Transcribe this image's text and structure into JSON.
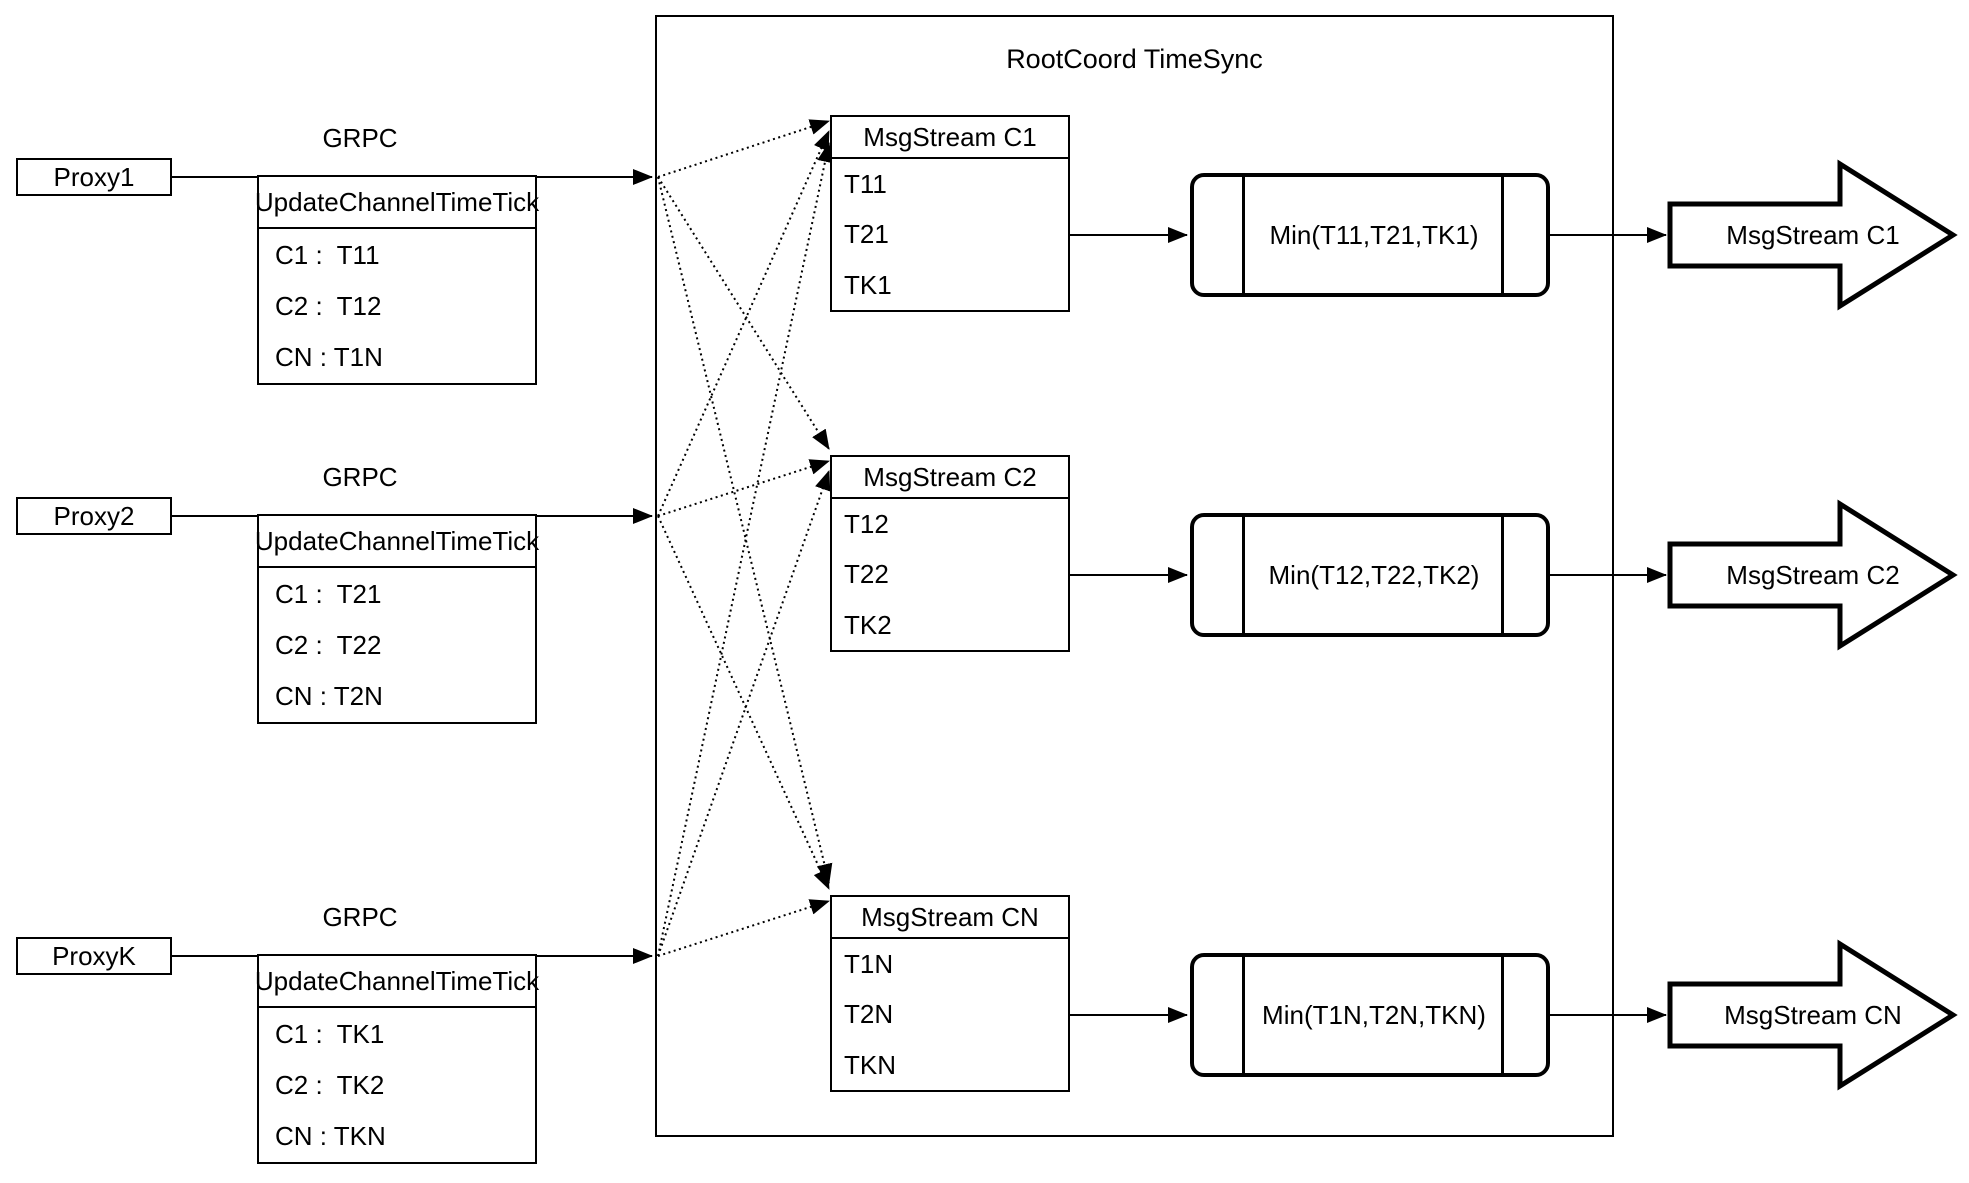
{
  "colors": {
    "line": "#000000",
    "background": "#ffffff",
    "text": "#000000"
  },
  "timesync": {
    "title": "RootCoord TimeSync",
    "streams": [
      {
        "header": "MsgStream C1",
        "rows": [
          "T11",
          "T21",
          "TK1"
        ],
        "min_label": "Min(T11,T21,TK1)",
        "output_label": "MsgStream C1"
      },
      {
        "header": "MsgStream C2",
        "rows": [
          "T12",
          "T22",
          "TK2"
        ],
        "min_label": "Min(T12,T22,TK2)",
        "output_label": "MsgStream C2"
      },
      {
        "header": "MsgStream CN",
        "rows": [
          "T1N",
          "T2N",
          "TKN"
        ],
        "min_label": "Min(T1N,T2N,TKN)",
        "output_label": "MsgStream CN"
      }
    ]
  },
  "proxies": [
    {
      "label": "Proxy1",
      "protocol_label": "GRPC",
      "table": {
        "header": "UpdateChannelTimeTick",
        "rows": [
          "C1 :  T11",
          "C2 :  T12",
          "CN : T1N"
        ]
      }
    },
    {
      "label": "Proxy2",
      "protocol_label": "GRPC",
      "table": {
        "header": "UpdateChannelTimeTick",
        "rows": [
          "C1 :  T21",
          "C2 :  T22",
          "CN : T2N"
        ]
      }
    },
    {
      "label": "ProxyK",
      "protocol_label": "GRPC",
      "table": {
        "header": "UpdateChannelTimeTick",
        "rows": [
          "C1 :  TK1",
          "C2 :  TK2",
          "CN : TKN"
        ]
      }
    }
  ]
}
